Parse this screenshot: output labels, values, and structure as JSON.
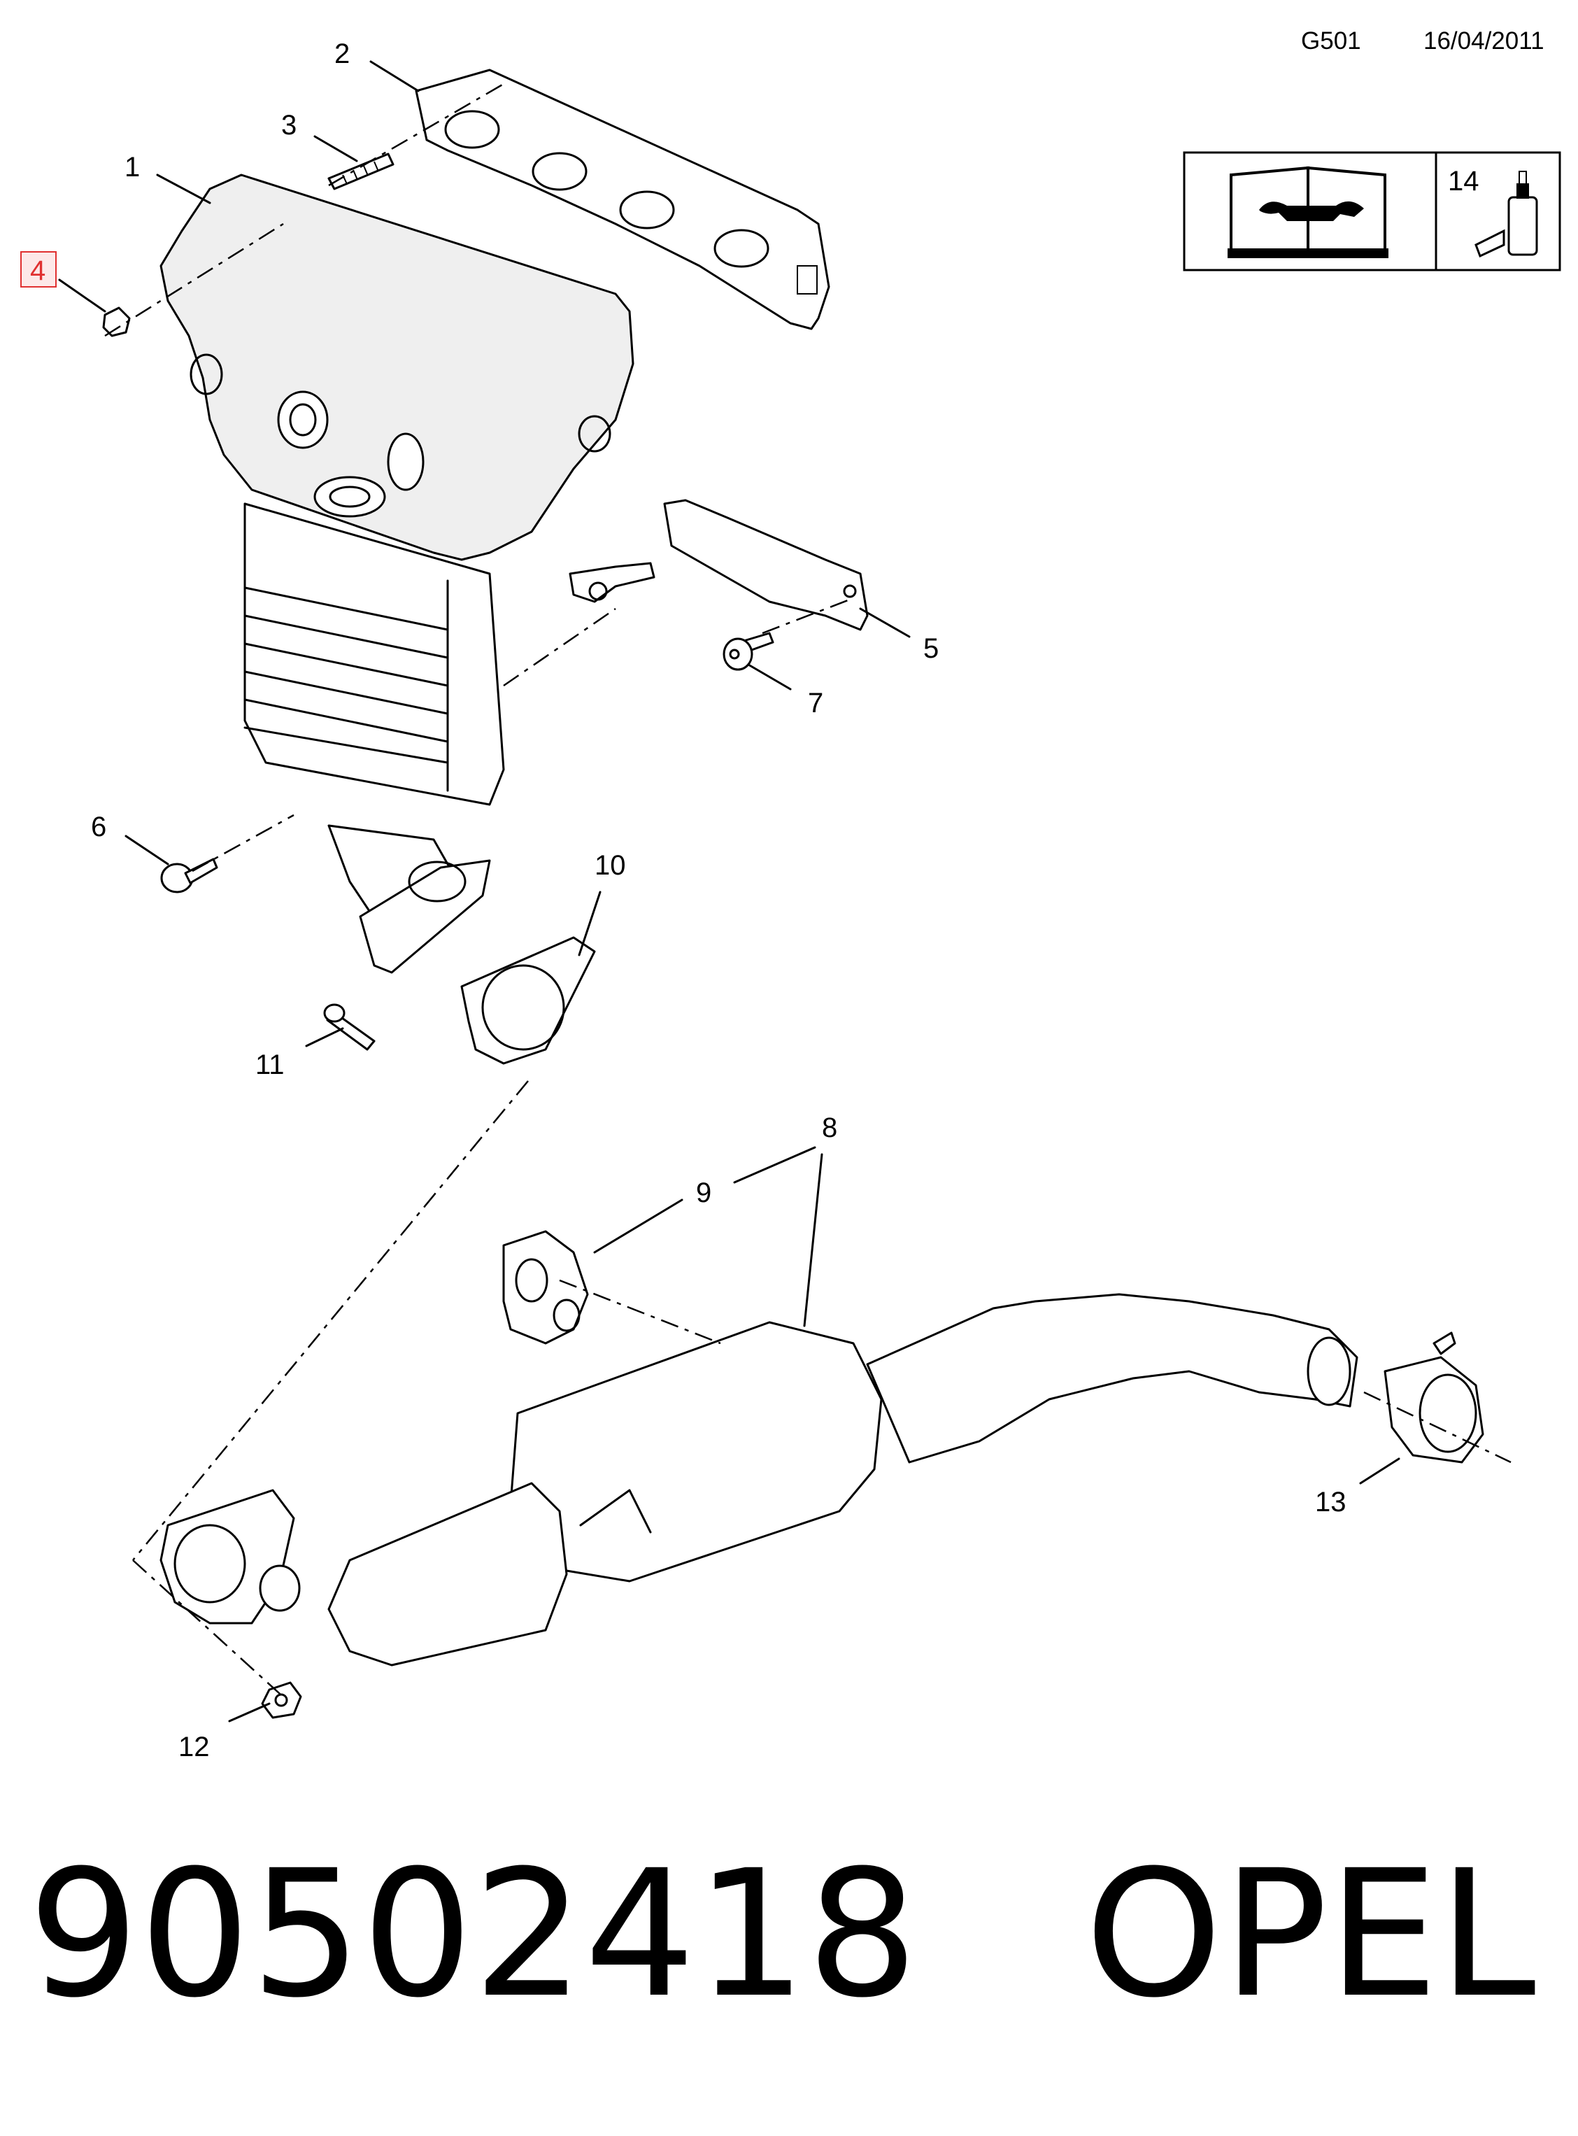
{
  "header": {
    "diagram_code": "G501",
    "date": "16/04/2011"
  },
  "tool_box": {
    "item_number": "14"
  },
  "callouts": [
    {
      "id": "1",
      "label": "1"
    },
    {
      "id": "2",
      "label": "2"
    },
    {
      "id": "3",
      "label": "3"
    },
    {
      "id": "4",
      "label": "4",
      "highlighted": true,
      "highlight_color": "#e03030"
    },
    {
      "id": "5",
      "label": "5"
    },
    {
      "id": "6",
      "label": "6"
    },
    {
      "id": "7",
      "label": "7"
    },
    {
      "id": "8",
      "label": "8"
    },
    {
      "id": "9",
      "label": "9"
    },
    {
      "id": "10",
      "label": "10"
    },
    {
      "id": "11",
      "label": "11"
    },
    {
      "id": "12",
      "label": "12"
    },
    {
      "id": "13",
      "label": "13"
    }
  ],
  "caption": {
    "part_number": "90502418",
    "brand": "OPEL"
  },
  "colors": {
    "line": "#000000",
    "background": "#ffffff",
    "highlight": "#e03030",
    "part_fill": "#efefef"
  }
}
